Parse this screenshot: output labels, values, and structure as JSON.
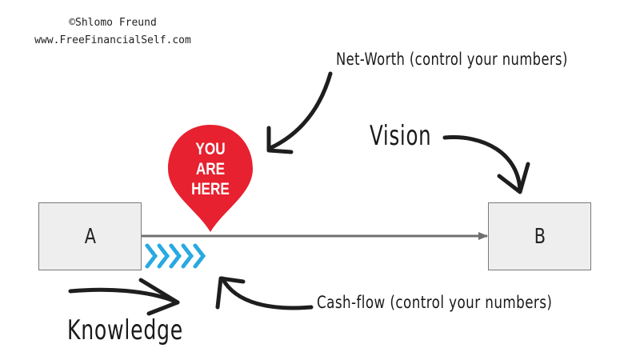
{
  "copyright": {
    "line1": "©Shlomo Freund",
    "line2": "www.FreeFinancialSelf.com"
  },
  "pin": {
    "lines": [
      "YOU",
      "ARE",
      "HERE"
    ],
    "color": "#e7212f",
    "text_color": "#ffffff"
  },
  "nodes": {
    "a": "A",
    "b": "B"
  },
  "annotations": {
    "net_worth": "Net-Worth (control your numbers)",
    "vision": "Vision",
    "cash_flow": "Cash-flow (control your numbers)",
    "knowledge": "Knowledge"
  },
  "connector": {
    "color": "#6f6f6f"
  },
  "progress_chevrons": {
    "color": "#29a9e1",
    "count": 5
  },
  "icons": {
    "pin": "location-pin-icon",
    "arrows": "hand-drawn-arrow-icon",
    "chevrons": "chevron-right-icon"
  }
}
